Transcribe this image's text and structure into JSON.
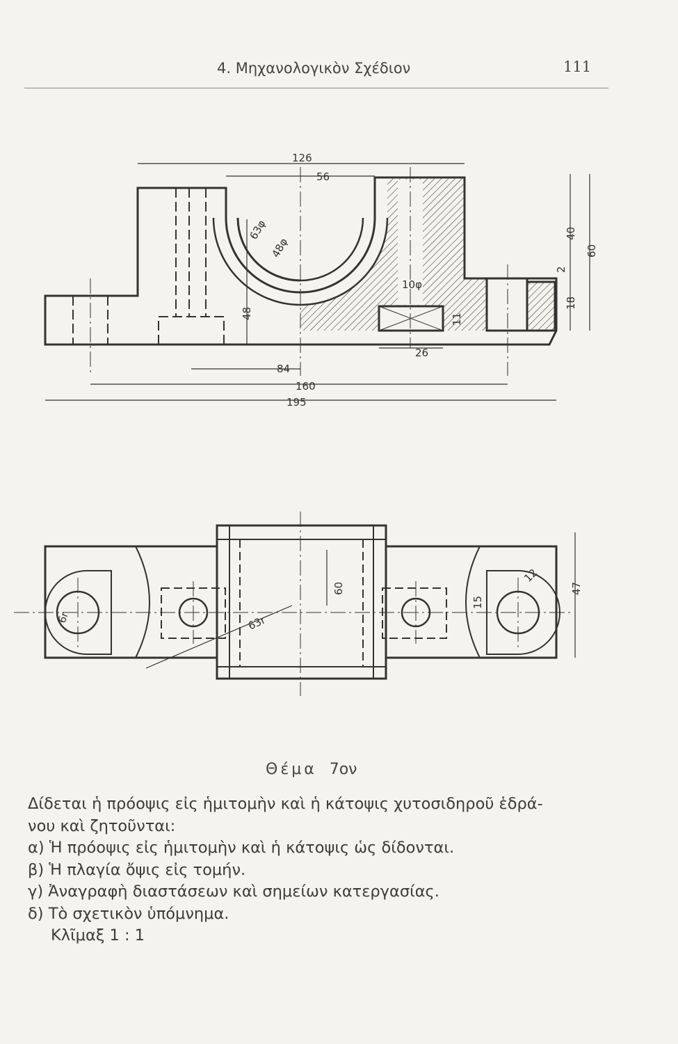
{
  "header": {
    "title": "4. Μηχανολογικὸν Σχέδιον",
    "page_number": "111"
  },
  "drawing": {
    "front_view_dims": {
      "d126": "126",
      "d56": "56",
      "d63": "63φ",
      "d48phi": "48φ",
      "d10": "10φ",
      "d40": "40",
      "d60": "60",
      "d2": "2",
      "d18": "18",
      "d11": "11",
      "d48": "48",
      "d26": "26",
      "d84": "84",
      "d160": "160",
      "d195": "195"
    },
    "plan_view_dims": {
      "d60": "60",
      "d63r": "63r",
      "d6r": "6r",
      "d15": "15",
      "d12": "12",
      "d47": "47"
    }
  },
  "exercise": {
    "title": "Θέμα",
    "number": "7ον",
    "intro_line1": "Δίδεται ἡ πρόοψις εἰς ἡμιτομὴν καὶ ἡ κάτοψις χυτοσιδηροῦ ἑδρά-",
    "intro_line2": "νου καὶ ζητοῦνται:",
    "items": [
      "α) Ἡ πρόοψις εἰς ἡμιτομὴν καὶ ἡ κάτοψις ὡς δίδονται.",
      "β) Ἡ πλαγία ὄψις εἰς τομήν.",
      "γ) Ἀναγραφὴ διαστάσεων καὶ σημείων κατεργασίας.",
      "δ) Τὸ σχετικὸν ὑπόμνημα."
    ],
    "scale": "Κλῖμαξ 1 : 1"
  }
}
